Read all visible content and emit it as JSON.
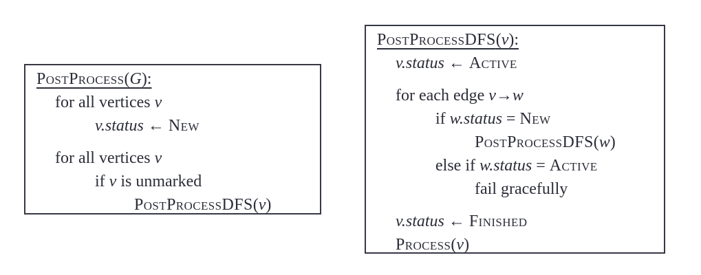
{
  "page": {
    "background": "#ffffff",
    "text_color": "#2b2d38",
    "border_color": "#363844"
  },
  "boxes": [
    {
      "id": "postprocess",
      "title": {
        "segments": [
          {
            "t": "PostProcess",
            "s": "sc"
          },
          {
            "t": "(",
            "s": "plain"
          },
          {
            "t": "G",
            "s": "var"
          },
          {
            "t": "):",
            "s": "plain"
          }
        ]
      },
      "lines": [
        {
          "indent": 1,
          "para": false,
          "segments": [
            {
              "t": "for all vertices ",
              "s": "plain"
            },
            {
              "t": "v",
              "s": "var"
            }
          ]
        },
        {
          "indent": 2,
          "para": false,
          "segments": [
            {
              "t": "v.status",
              "s": "var"
            },
            {
              "t": " ← ",
              "s": "plain"
            },
            {
              "t": "New",
              "s": "sc"
            }
          ]
        },
        {
          "indent": 1,
          "para": true,
          "segments": [
            {
              "t": "for all vertices ",
              "s": "plain"
            },
            {
              "t": "v",
              "s": "var"
            }
          ]
        },
        {
          "indent": 2,
          "para": false,
          "segments": [
            {
              "t": "if ",
              "s": "plain"
            },
            {
              "t": "v",
              "s": "var"
            },
            {
              "t": " is unmarked",
              "s": "plain"
            }
          ]
        },
        {
          "indent": 3,
          "para": false,
          "segments": [
            {
              "t": "PostProcessDFS",
              "s": "sc"
            },
            {
              "t": "(",
              "s": "plain"
            },
            {
              "t": "v",
              "s": "var"
            },
            {
              "t": ")",
              "s": "plain"
            }
          ]
        }
      ]
    },
    {
      "id": "postprocessdfs",
      "title": {
        "segments": [
          {
            "t": "PostProcessDFS",
            "s": "sc"
          },
          {
            "t": "(",
            "s": "plain"
          },
          {
            "t": "v",
            "s": "var"
          },
          {
            "t": "):",
            "s": "plain"
          }
        ]
      },
      "lines": [
        {
          "indent": 1,
          "para": false,
          "segments": [
            {
              "t": "v.status",
              "s": "var"
            },
            {
              "t": " ← ",
              "s": "plain"
            },
            {
              "t": "Active",
              "s": "sc"
            }
          ]
        },
        {
          "indent": 1,
          "para": true,
          "segments": [
            {
              "t": "for each edge ",
              "s": "plain"
            },
            {
              "t": "v",
              "s": "var"
            },
            {
              "t": "→",
              "s": "plain"
            },
            {
              "t": "w",
              "s": "var"
            }
          ]
        },
        {
          "indent": 2,
          "para": false,
          "segments": [
            {
              "t": "if ",
              "s": "plain"
            },
            {
              "t": "w.status",
              "s": "var"
            },
            {
              "t": " = ",
              "s": "plain"
            },
            {
              "t": "New",
              "s": "sc"
            }
          ]
        },
        {
          "indent": 3,
          "para": false,
          "segments": [
            {
              "t": "PostProcessDFS",
              "s": "sc"
            },
            {
              "t": "(",
              "s": "plain"
            },
            {
              "t": "w",
              "s": "var"
            },
            {
              "t": ")",
              "s": "plain"
            }
          ]
        },
        {
          "indent": 2,
          "para": false,
          "segments": [
            {
              "t": "else if ",
              "s": "plain"
            },
            {
              "t": "w.status",
              "s": "var"
            },
            {
              "t": " = ",
              "s": "plain"
            },
            {
              "t": "Active",
              "s": "sc"
            }
          ]
        },
        {
          "indent": 3,
          "para": false,
          "segments": [
            {
              "t": "fail gracefully",
              "s": "plain"
            }
          ]
        },
        {
          "indent": 1,
          "para": true,
          "segments": [
            {
              "t": "v.status",
              "s": "var"
            },
            {
              "t": " ← ",
              "s": "plain"
            },
            {
              "t": "Finished",
              "s": "sc"
            }
          ]
        },
        {
          "indent": 1,
          "para": false,
          "segments": [
            {
              "t": "Process",
              "s": "sc"
            },
            {
              "t": "(",
              "s": "plain"
            },
            {
              "t": "v",
              "s": "var"
            },
            {
              "t": ")",
              "s": "plain"
            }
          ]
        }
      ]
    }
  ]
}
